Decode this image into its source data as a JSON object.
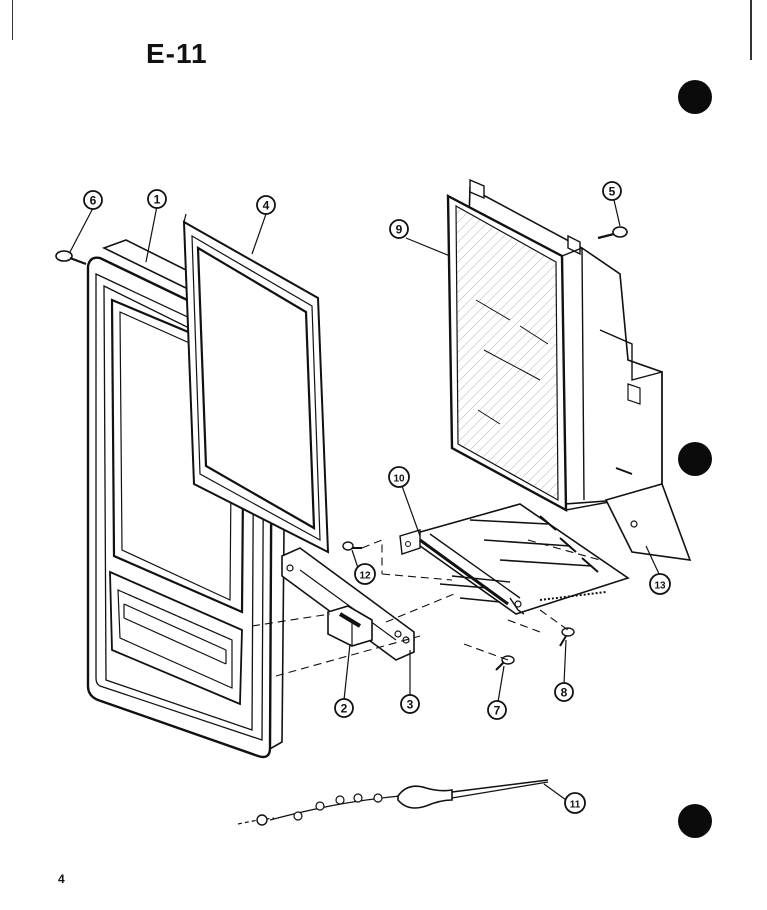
{
  "page": {
    "title": "E-11",
    "page_number": "4"
  },
  "callouts": [
    {
      "id": "1",
      "text": "1"
    },
    {
      "id": "2",
      "text": "2"
    },
    {
      "id": "3",
      "text": "3"
    },
    {
      "id": "4",
      "text": "4"
    },
    {
      "id": "5",
      "text": "5"
    },
    {
      "id": "6",
      "text": "6"
    },
    {
      "id": "7",
      "text": "7"
    },
    {
      "id": "8",
      "text": "8"
    },
    {
      "id": "9",
      "text": "9"
    },
    {
      "id": "10",
      "text": "10"
    },
    {
      "id": "11",
      "text": "11"
    },
    {
      "id": "12",
      "text": "12"
    },
    {
      "id": "13",
      "text": "13"
    }
  ]
}
